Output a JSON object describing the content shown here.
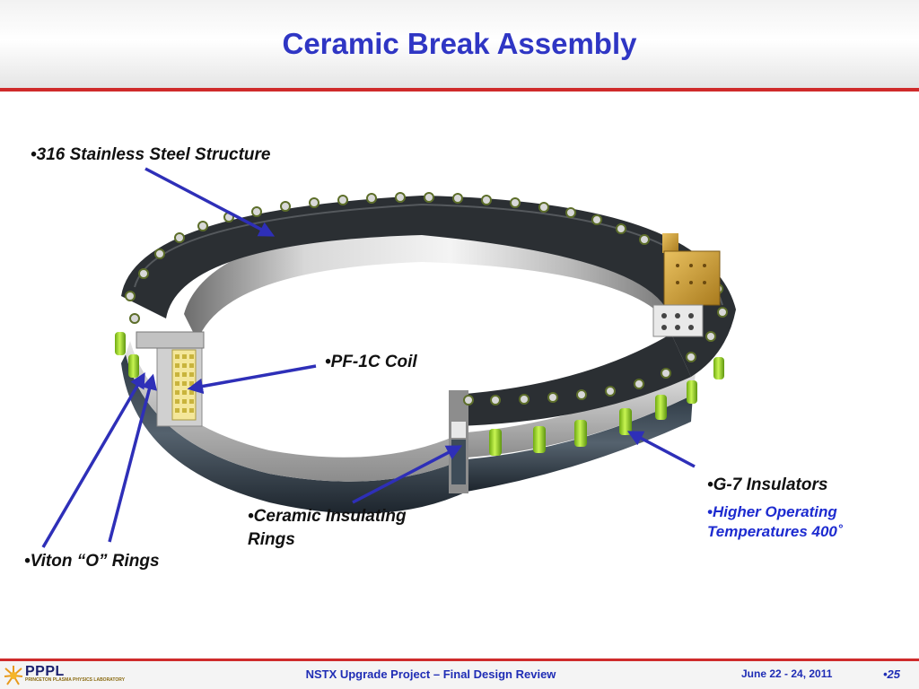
{
  "header": {
    "title": "Ceramic Break Assembly"
  },
  "labels": {
    "stainless": "•316 Stainless Steel Structure",
    "pf_coil": "•PF-1C Coil",
    "g7": "•G-7 Insulators",
    "higher_temp": "•Higher Operating Temperatures 400˚",
    "ceramic": "•Ceramic Insulating Rings",
    "viton": "•Viton “O” Rings"
  },
  "footer": {
    "logo": "PPPL",
    "logo_sub": "PRINCETON PLASMA PHYSICS LABORATORY",
    "project": "NSTX Upgrade Project – Final Design Review",
    "date": "June 22 - 24, 2011",
    "page": "•25"
  },
  "colors": {
    "title": "#2f36c4",
    "accent_rule": "#cf2b2b",
    "arrow": "#2e2fb8",
    "insulator": "#9be12c"
  }
}
